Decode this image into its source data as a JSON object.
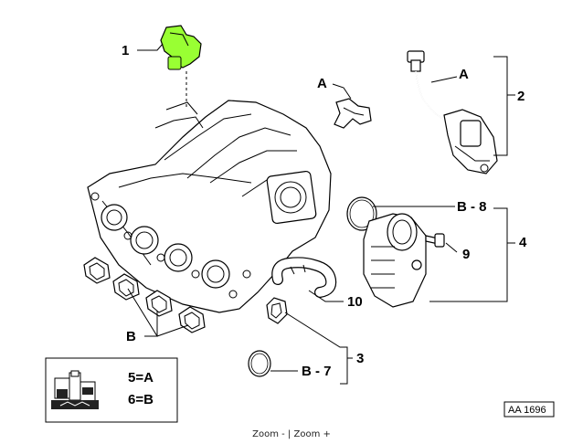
{
  "callouts": {
    "c1": "1",
    "cA_top": "A",
    "cA_hose": "A",
    "c2": "2",
    "cB8": "B - 8",
    "c4": "4",
    "c9": "9",
    "c10": "10",
    "cB": "B",
    "c3": "3",
    "cB7": "B - 7"
  },
  "legend": {
    "line1": "5=A",
    "line2": "6=B"
  },
  "reference": "AA 1696",
  "zoom": {
    "zoom_out": "Zoom -",
    "separator": " | ",
    "zoom_in": "Zoom +"
  },
  "colors": {
    "highlight": "#99ff33"
  }
}
